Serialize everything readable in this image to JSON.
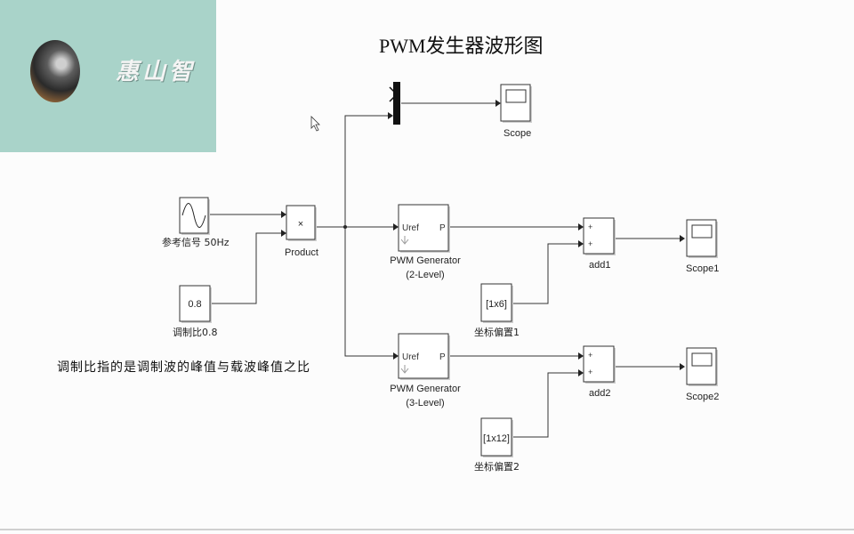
{
  "title": "PWM发生器波形图",
  "watermark": {
    "signature_text": "惠山智"
  },
  "note": "调制比指的是调制波的峰值与载波峰值之比",
  "blocks": {
    "sine": {
      "label": "参考信号 50Hz"
    },
    "const": {
      "value": "0.8",
      "label": "调制比0.8"
    },
    "product": {
      "symbol": "×",
      "label": "Product"
    },
    "scope": {
      "label": "Scope"
    },
    "pwm2": {
      "in_label": "Uref",
      "out_label": "P",
      "label1": "PWM Generator",
      "label2": "(2-Level)"
    },
    "pwm3": {
      "in_label": "Uref",
      "out_label": "P",
      "label1": "PWM Generator",
      "label2": "(3-Level)"
    },
    "add1": {
      "label": "add1",
      "sign1": "+",
      "sign2": "+"
    },
    "add2": {
      "label": "add2",
      "sign1": "+",
      "sign2": "+"
    },
    "bias1": {
      "value": "[1x6]",
      "label": "坐标偏置1"
    },
    "bias2": {
      "value": "[1x12]",
      "label": "坐标偏置2"
    },
    "scope1": {
      "label": "Scope1"
    },
    "scope2": {
      "label": "Scope2"
    }
  },
  "colors": {
    "banner": "#a9d3c9",
    "background": "#fcfcfc"
  }
}
